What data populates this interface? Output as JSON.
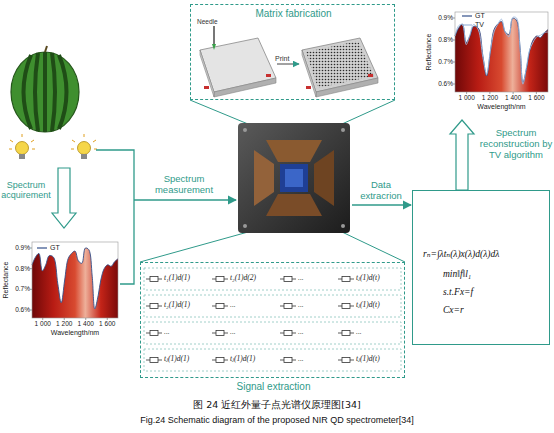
{
  "diagram": {
    "caption": "图 24 近红外量子点光谱仪原理图[34]",
    "nodes": [
      {
        "text": [
          "Matrix fabrication",
          "Needle",
          "Print"
        ]
      },
      {
        "text": [
          "Reflectance",
          "0.9%",
          "0.8%",
          "0.7%",
          "0.6%",
          "1 000",
          "1 200",
          "1 400",
          "1 600",
          "Wavelength/nm"
        ]
      },
      {
        "text": [
          "Reflectance",
          "0.9%",
          "0.8%",
          "0.7%",
          "0.6%",
          "1 000",
          "1 200",
          "1 400",
          "1 600",
          "Wavelength/nm"
        ]
      },
      {
        "text": [
          "rₙ=∫λtₙ(λ)x(λ)d(λ)dλ",
          "min‖f‖l₁",
          "s.t.Fx=f",
          "Cx=r"
        ]
      },
      {
        "text": [
          "Signal extraction"
        ]
      }
    ],
    "edges": [
      {
        "from": 3,
        "to": 1,
        "arrow": "to",
        "label": "Spectrum reconstruction by TV algorithm"
      }
    ],
    "labels": [
      "Spectrum acquirement",
      "Spectrum measurement",
      "Data extracrion",
      "t₁(1)d(1)",
      "t₂(1)d(2)",
      "...",
      "tⱼ(1)d(t)",
      "t₂(1)d(1)",
      "...",
      "...",
      "tⱼ(1)d(t)",
      "...",
      "...",
      "...",
      "...",
      "tⱼ(1)d(1)",
      "tⱼ(1)d(1)",
      "...",
      "tⱼ(1)d(t)",
      "Fig.24 Schematic diagram of the proposed NIR QD spectrometer[34]"
    ],
    "legend": [
      {
        "text": "GT"
      },
      {
        "text": "TV"
      },
      {
        "text": "GT"
      }
    ]
  }
}
